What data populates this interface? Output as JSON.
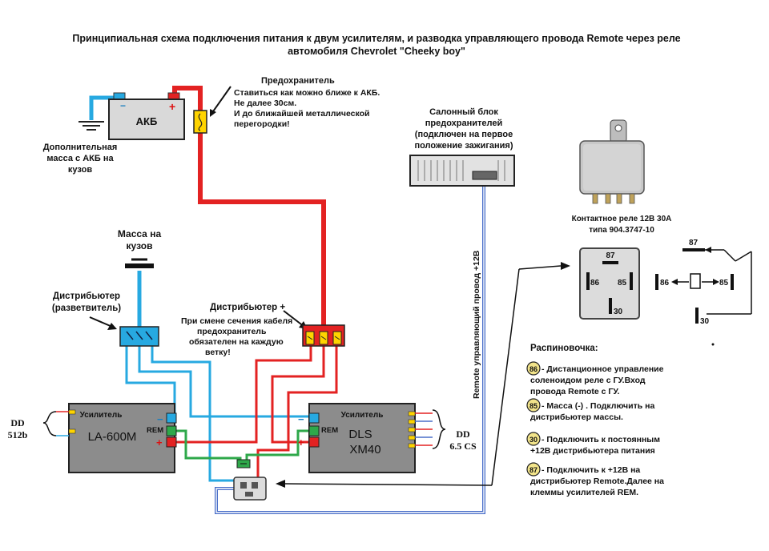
{
  "title": {
    "line1": "Принципиальная схема подключения питания к двум усилителям, и разводка управляющего провода Remote через реле",
    "line2": "автомобиля Chevrolet \"Cheeky boy\""
  },
  "battery": {
    "label": "АКБ",
    "minus": "−",
    "plus": "+"
  },
  "extra_ground": {
    "line1": "Дополнительная",
    "line2": "масса с АКБ на",
    "line3": "кузов"
  },
  "fuse": {
    "title": "Предохранитель",
    "note1": "Ставиться как можно ближе к АКБ.",
    "note2": "Не далее 30см.",
    "note3": "И до ближайшей металлической",
    "note4": "перегородки!"
  },
  "fuse_box": {
    "line1": "Салонный блок",
    "line2": "предохранителей",
    "line3": "(подключен на первое",
    "line4": "положение зажигания)"
  },
  "remote_wire": {
    "label": "Remote   управляющий провод +12В"
  },
  "relay_photo": {
    "line1": "Контактное реле 12В 30А",
    "line2": "типа 904.3747-10"
  },
  "relay": {
    "pin87": "87",
    "pin86": "86",
    "pin85": "85",
    "pin30": "30"
  },
  "relay_schematic": {
    "pin87": "87",
    "pin86": "86",
    "pin85": "85",
    "pin30": "30",
    "arrow_left": "←",
    "arrow_right": "→"
  },
  "ground": {
    "line1": "Масса на",
    "line2": "кузов"
  },
  "distributor_ground": {
    "line1": "Дистрибьютер",
    "line2": "(разветвитель)"
  },
  "distributor_plus": {
    "title": "Дистрибьютер +",
    "note1": "При смене сечения кабеля",
    "note2": "предохранитель",
    "note3": "обязателен на каждую",
    "note4": "ветку!"
  },
  "amp1": {
    "caption": "Усилитель",
    "model": "LA-600M",
    "rem": "REM",
    "minus": "−",
    "plus": "+"
  },
  "amp2": {
    "caption": "Усилитель",
    "model_line1": "DLS",
    "model_line2": "XM40",
    "rem": "REM",
    "minus": "−",
    "plus": "+"
  },
  "sub_left": {
    "line1": "DD",
    "line2": "512b"
  },
  "sub_right": {
    "line1": "DD",
    "line2": "6.5 CS"
  },
  "pinout": {
    "title": "Распиновочка:",
    "items": [
      {
        "pin": "86",
        "line1": " - Дистанционное управление",
        "line2": "соленоидом реле с ГУ.Вход",
        "line3": "провода Remote с ГУ."
      },
      {
        "pin": "85",
        "line1": " - Масса (-) . Подключить на",
        "line2": "дистрибьютер массы.",
        "line3": ""
      },
      {
        "pin": "30",
        "line1": " - Подключить к постоянным",
        "line2": "+12В дистрибьютера питания",
        "line3": ""
      },
      {
        "pin": "87",
        "line1": " - Подключить к +12В на",
        "line2": "дистрибьютер Remote.Далее на",
        "line3": "клеммы усилителей REM."
      }
    ]
  },
  "colors": {
    "power": "#e32222",
    "ground": "#27a9e1",
    "remote_head": "#4a6fc9",
    "remote_local": "#2ea84a",
    "amp_body": "#8c8c8c",
    "pin_badge": "#f2e48a"
  }
}
